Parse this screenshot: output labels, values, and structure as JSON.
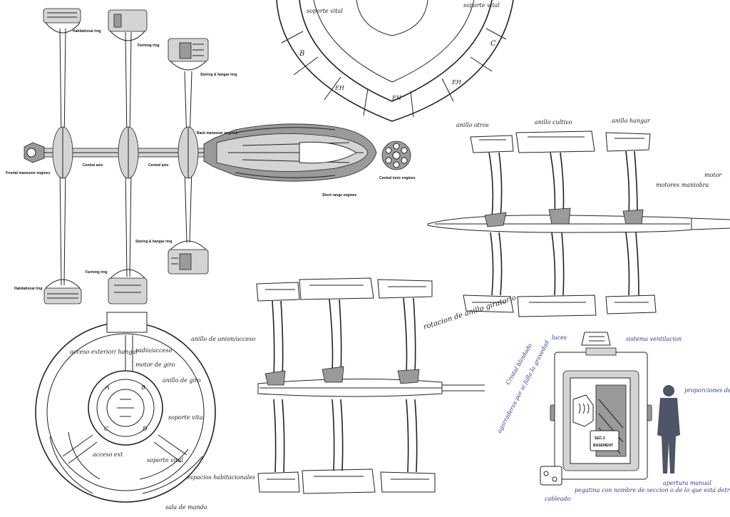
{
  "station_diagram": {
    "labels": {
      "habitational_ring_top": "Habitational ring",
      "farming_ring_top": "Farming ring",
      "storing_hangar_ring_top": "Storing & hangar ring",
      "back_maneuver_engines": "Back maneuver engines",
      "frontal_maneuver_engines": "Frontal maneuver engines",
      "central_axis_1": "Central axis",
      "central_axis_2": "Central axis",
      "central_ionic_engines": "Central ionic engines",
      "short_range_engines": "Short range engines",
      "storing_hangar_ring_bottom": "Storing & hangar ring",
      "farming_ring_bottom": "Farming ring",
      "habitational_ring_bottom": "Habitational ring"
    }
  },
  "ring_top_sketch": {
    "labels": {
      "soporte_left": "soporte vital",
      "soporte_right": "soporte vital",
      "sector_b": "B",
      "sector_c": "C",
      "sector_eh1": "EH",
      "sector_eh2": "EH",
      "sector_eh3": "EH"
    }
  },
  "side_sketch_right": {
    "labels": {
      "anillo_1": "anillo otros",
      "anillo_2": "anillo cultivo",
      "anillo_3": "anillo hangar",
      "motores": "motores maniobra",
      "motor_edge": "motor"
    }
  },
  "cross_section": {
    "labels": {
      "anillo_union": "anillo de union/acceso",
      "acceso_exterior": "acceso exterior/ hangar",
      "radio_acceso": "radio/acceso",
      "motor_giro": "motor de giro",
      "anillo_giro": "anillo de giro",
      "soporte_vital_1": "soporte vital",
      "soporte_vital_2": "soporte vital",
      "acceso_ext": "acceso ext",
      "espacios": "espacios habitacionales",
      "sala_mando": "sala de mando",
      "sector_a": "A",
      "sector_b": "B",
      "sector_c": "C",
      "sector_d": "D"
    }
  },
  "middle_sketch": {
    "labels": {
      "rotation": "rotacion de anillo giratorio"
    }
  },
  "corridor_sketch": {
    "labels": {
      "luces": "luces",
      "sistema_ventilacion": "sistema ventilacion",
      "cristal_blindado": "Cristal blindado",
      "agarraderas": "agarraderas por si falla la gravedad",
      "proporciones": "proporciones del pasillo",
      "panel_top": "SEC-2",
      "panel_bottom": "BASEMENT",
      "cableado": "cableado",
      "pegatina": "pegatina con nombre de seccion o de lo que está detrás",
      "apertura": "apertura manual"
    }
  }
}
